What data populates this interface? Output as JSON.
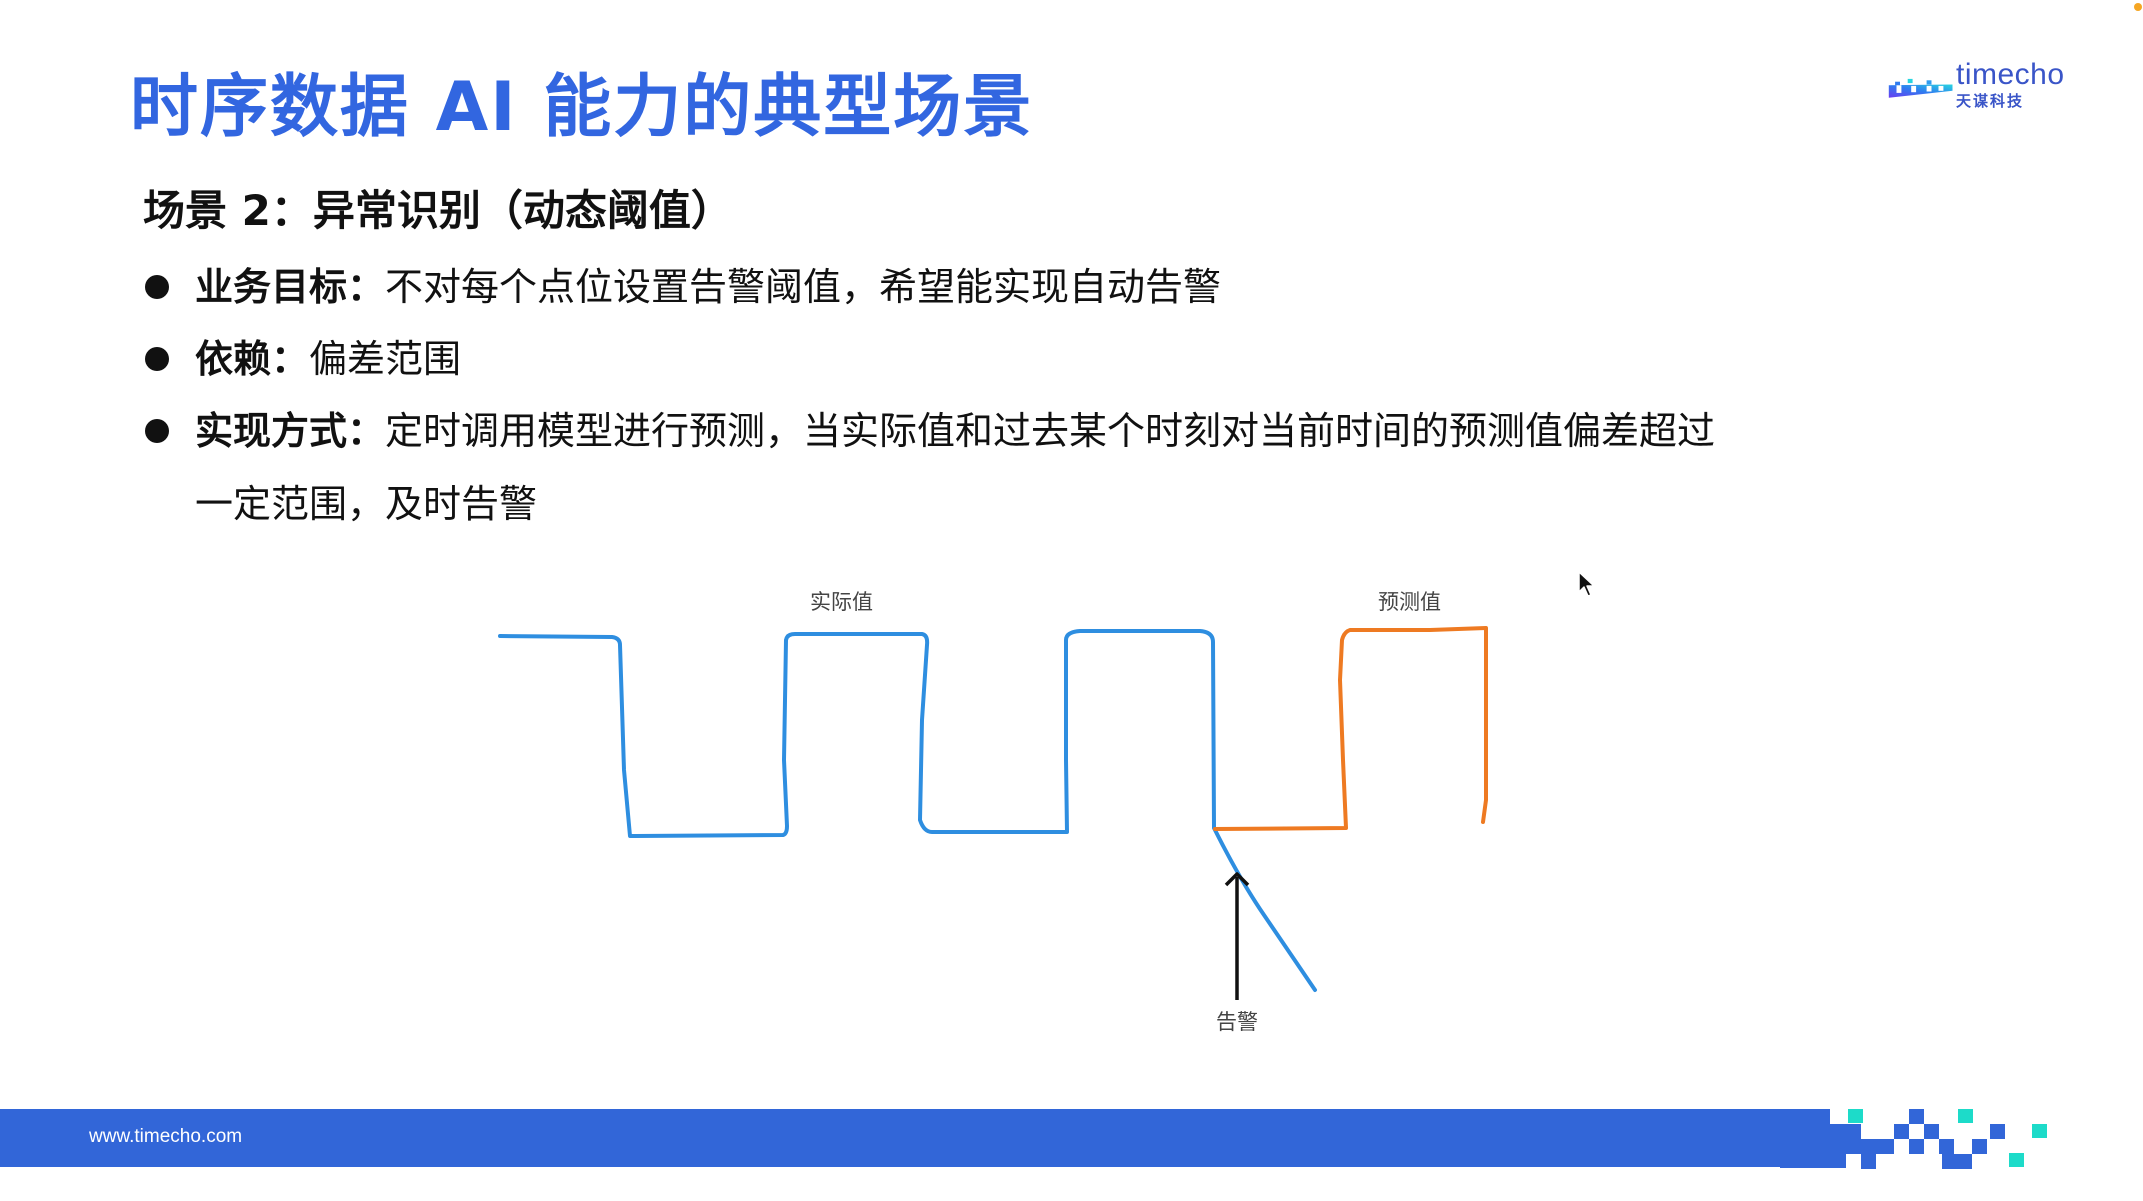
{
  "slide": {
    "title": "时序数据 AI 能力的典型场景",
    "logo": {
      "brand": "timecho",
      "brand_cn": "天谋科技",
      "icon": "timecho-logo-icon"
    },
    "subtitle": "场景 2：异常识别（动态阈值）",
    "bullets": [
      {
        "label": "业务目标：",
        "text": "不对每个点位设置告警阈值，希望能实现自动告警"
      },
      {
        "label": "依赖：",
        "text": "偏差范围"
      },
      {
        "label": "实现方式：",
        "text": "定时调用模型进行预测，当实际值和过去某个时刻对当前时间的预测值偏差超过",
        "continuation": "一定范围，及时告警"
      }
    ],
    "diagram": {
      "actual_label": "实际值",
      "predicted_label": "预测值",
      "alert_label": "告警",
      "colors": {
        "actual": "#2e8ee0",
        "predicted": "#ee7a22",
        "arrow": "#111111"
      }
    },
    "footer": {
      "url": "www.timecho.com",
      "band_color": "#3266d8",
      "accent_color": "#1ddbc9"
    },
    "colors": {
      "title": "#3266e0",
      "text": "#111111"
    }
  }
}
